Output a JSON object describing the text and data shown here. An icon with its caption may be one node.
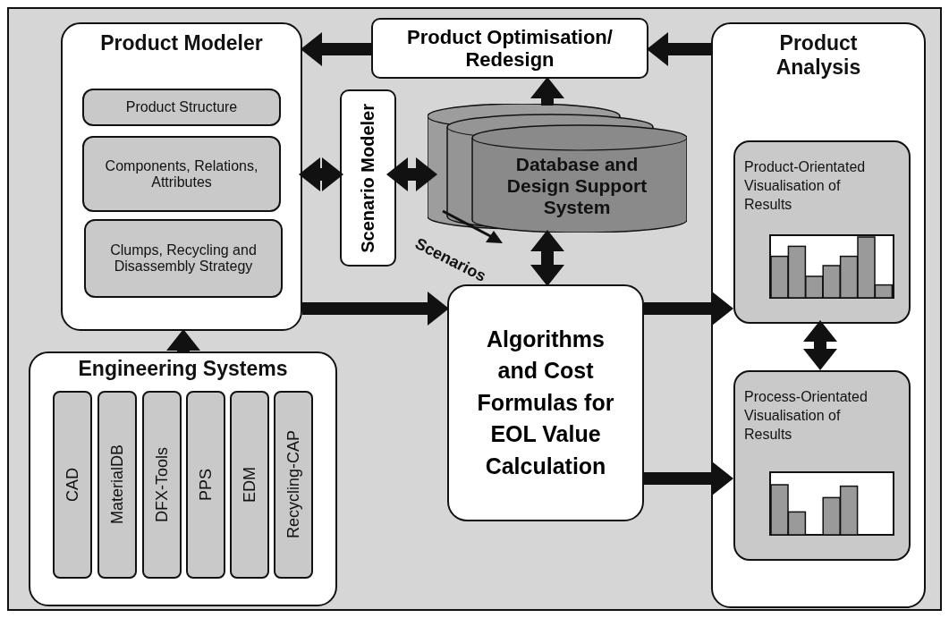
{
  "diagram": {
    "nodes": [
      {
        "text": [
          "Product Modeler"
        ]
      },
      {
        "text": [
          "Product Structure"
        ],
        "in": 0
      },
      {
        "text": [
          "Components, Relations, Attributes"
        ],
        "in": 0
      },
      {
        "text": [
          "Clumps, Recycling and Disassembly Strategy"
        ],
        "in": 0
      },
      {
        "text": [
          "Product Optimisation/ Redesign"
        ]
      },
      {
        "text": [
          "Scenario Modeler"
        ]
      },
      {
        "text": [
          "Database and Design Support System"
        ]
      },
      {
        "text": [
          "Algorithms and Cost Formulas for EOL Value Calculation"
        ]
      },
      {
        "text": [
          "Product Analysis"
        ]
      },
      {
        "text": [
          "Product-Orientated Visualisation of Results"
        ],
        "in": 8
      },
      {
        "text": [
          "Process-Orientated Visualisation of Results"
        ],
        "in": 8
      },
      {
        "text": [
          "Engineering Systems"
        ]
      },
      {
        "text": [
          "CAD"
        ],
        "in": 11
      },
      {
        "text": [
          "MaterialDB"
        ],
        "in": 11
      },
      {
        "text": [
          "DFX-Tools"
        ],
        "in": 11
      },
      {
        "text": [
          "PPS"
        ],
        "in": 11
      },
      {
        "text": [
          "EDM"
        ],
        "in": 11
      },
      {
        "text": [
          "Recycling-CAP"
        ],
        "in": 11
      }
    ],
    "edges": [
      {
        "from": 4,
        "to": 0,
        "arrow": "to"
      },
      {
        "from": 8,
        "to": 4,
        "arrow": "to"
      },
      {
        "from": 6,
        "to": 4,
        "arrow": "to"
      },
      {
        "from": 0,
        "to": 5,
        "arrow": "both"
      },
      {
        "from": 5,
        "to": 6,
        "arrow": "both"
      },
      {
        "from": 6,
        "to": 7,
        "arrow": "both"
      },
      {
        "from": 0,
        "to": 7,
        "arrow": "to"
      },
      {
        "from": 11,
        "to": 0,
        "arrow": "to"
      },
      {
        "from": 7,
        "to": 9,
        "arrow": "to"
      },
      {
        "from": 7,
        "to": 10,
        "arrow": "to"
      },
      {
        "from": 9,
        "to": 10,
        "arrow": "both"
      }
    ],
    "labels": [
      "Scenarios"
    ]
  }
}
